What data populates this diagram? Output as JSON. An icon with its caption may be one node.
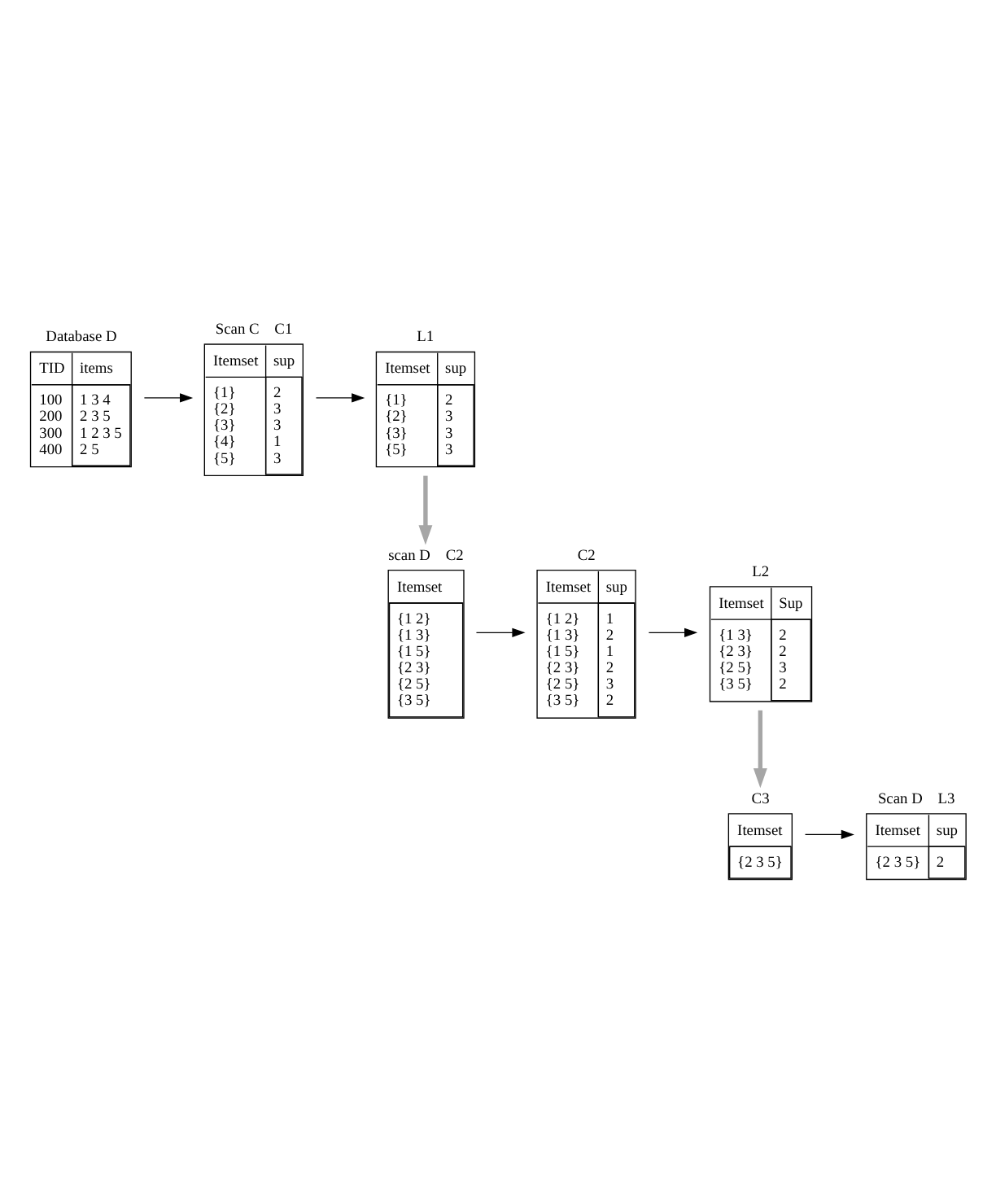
{
  "diagram": {
    "nodes": [
      {
        "text": [
          "TID",
          "items",
          "100",
          "1 3 4",
          "200",
          "2 3 5",
          "300",
          "1 2 3 5",
          "400",
          "2 5"
        ],
        "beside": [
          "Database D"
        ]
      },
      {
        "text": [
          "Itemset",
          "sup",
          "{1}",
          "2",
          "{2}",
          "3",
          "{3}",
          "3",
          "{4}",
          "1",
          "{5}",
          "3"
        ],
        "beside": [
          "Scan C",
          "C1"
        ]
      },
      {
        "text": [
          "Itemset",
          "sup",
          "{1}",
          "2",
          "{2}",
          "3",
          "{3}",
          "3",
          "{5}",
          "3"
        ],
        "beside": [
          "L1"
        ]
      },
      {
        "text": [
          "Itemset",
          "Sup",
          "{1 3}",
          "2",
          "{2 3}",
          "2",
          "{2 5}",
          "3",
          "{3 5}",
          "2"
        ],
        "beside": [
          "L2"
        ]
      },
      {
        "text": [
          "Itemset",
          "sup",
          "{1 2}",
          "1",
          "{1 3}",
          "2",
          "{1 5}",
          "1",
          "{2 3}",
          "2",
          "{2 5}",
          "3",
          "{3 5}",
          "2"
        ],
        "beside": [
          "C2"
        ]
      },
      {
        "text": [
          "Itemset",
          "{1 2}",
          "{1 3}",
          "{1 5}",
          "{2 3}",
          "{2 5}",
          "{3 5}"
        ],
        "beside": [
          "scan D",
          "C2"
        ]
      },
      {
        "text": [
          "Itemset",
          "{2 3 5}"
        ],
        "beside": [
          "C3"
        ]
      },
      {
        "text": [
          "Itemset",
          "sup",
          "{2 3 5}",
          "2"
        ],
        "beside": [
          "Scan D",
          "L3"
        ]
      }
    ],
    "edges": [
      {
        "from": 0,
        "to": 1,
        "arrow": "to"
      },
      {
        "from": 1,
        "to": 2,
        "arrow": "to"
      },
      {
        "from": 2,
        "to": 5,
        "arrow": "to",
        "style": "thick",
        "color": "#a6a6a6"
      },
      {
        "from": 5,
        "to": 4,
        "arrow": "to"
      },
      {
        "from": 4,
        "to": 3,
        "arrow": "to"
      },
      {
        "from": 3,
        "to": 6,
        "arrow": "to",
        "style": "thick",
        "color": "#a6a6a6"
      },
      {
        "from": 6,
        "to": 7,
        "arrow": "to"
      }
    ]
  }
}
